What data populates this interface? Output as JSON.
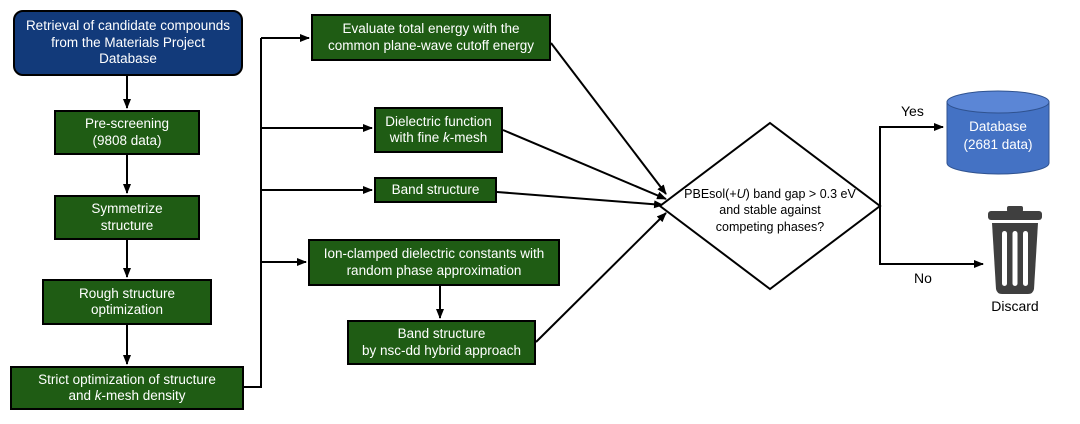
{
  "nodes": {
    "retrieval": "Retrieval of candidate compounds from the Materials Project Database",
    "prescreen_1": "Pre-screening",
    "prescreen_2": "(9808 data)",
    "symmetrize": "Symmetrize structure",
    "rough_opt": "Rough structure optimization",
    "strict_1": "Strict optimization of structure",
    "strict_2_pre": "and ",
    "strict_2_k": "k",
    "strict_2_post": "-mesh density",
    "total_energy": "Evaluate total energy with the common plane-wave cutoff energy",
    "dielectric_1": "Dielectric function",
    "dielectric_2_pre": "with fine ",
    "dielectric_2_k": "k",
    "dielectric_2_post": "-mesh",
    "band_structure": "Band structure",
    "ion_clamped": "Ion-clamped dielectric constants with random phase approximation",
    "band_nsc_1": "Band structure",
    "band_nsc_2": "by nsc-dd hybrid approach"
  },
  "decision": {
    "line1_pre": "PBEsol(+",
    "line1_u": "U",
    "line1_post": ") band gap > 0.3 eV",
    "line2": "and stable against",
    "line3": "competing phases?"
  },
  "outcomes": {
    "yes_label": "Yes",
    "no_label": "No",
    "database_1": "Database",
    "database_2": "(2681 data)",
    "discard": "Discard"
  },
  "colors": {
    "process_green": "#1f5c14",
    "start_navy": "#123a7a",
    "database_blue": "#4472c4",
    "trash_gray": "#3f3f3f"
  },
  "icons": {
    "database": "database-cylinder-icon",
    "discard": "trash-can-icon"
  }
}
